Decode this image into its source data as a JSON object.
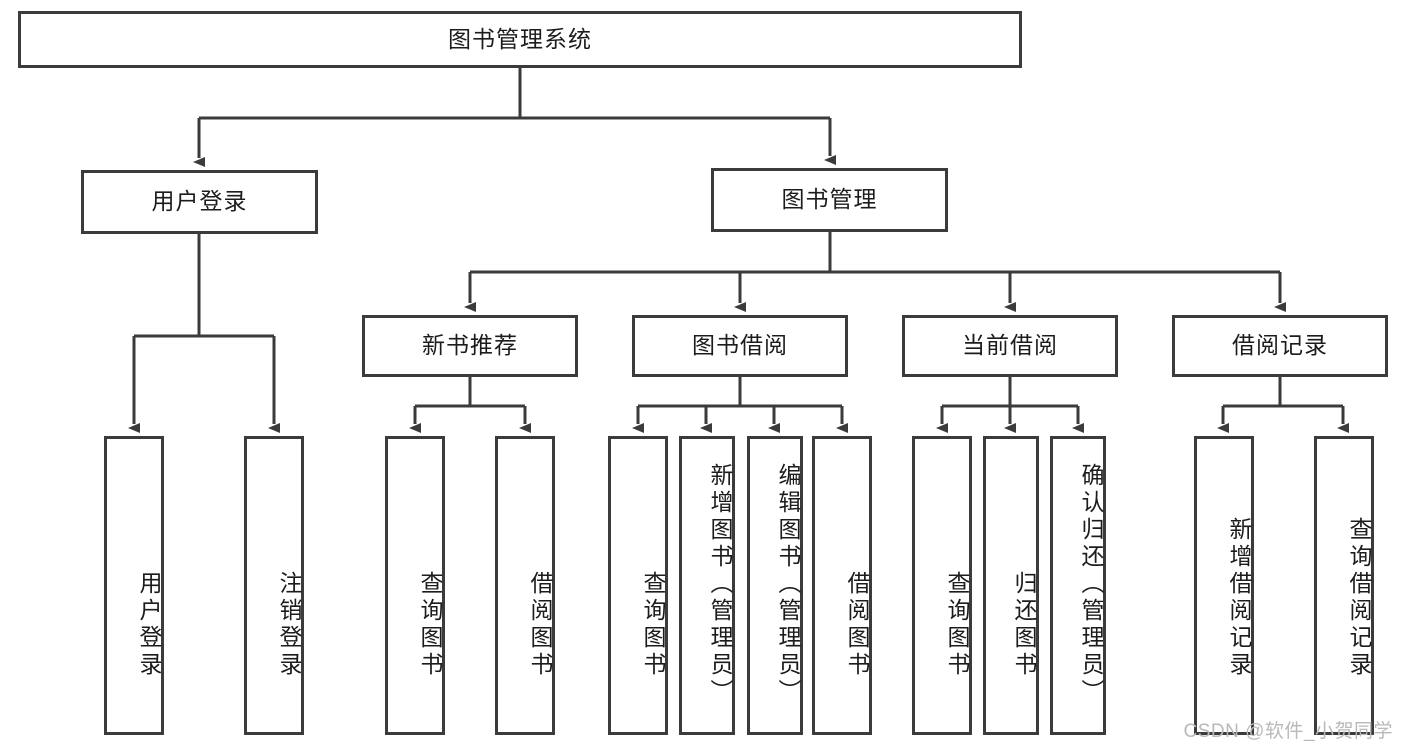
{
  "diagram": {
    "title": "图书管理系统",
    "type": "tree-hierarchy",
    "colors": {
      "box_border": "#3b3b3b",
      "box_fill": "#ffffff",
      "edge": "#3b3b3b",
      "text": "#1c1c1c",
      "watermark": "#b9b9b9",
      "background": "#ffffff"
    },
    "watermark": "CSDN @软件_小贺同学",
    "nodes": {
      "root": {
        "label": "图书管理系统"
      },
      "level1": [
        {
          "label": "用户登录"
        },
        {
          "label": "图书管理"
        }
      ],
      "level2": [
        {
          "label": "新书推荐"
        },
        {
          "label": "图书借阅"
        },
        {
          "label": "当前借阅"
        },
        {
          "label": "借阅记录"
        }
      ],
      "leaves_user_login": [
        {
          "label": "用户登录"
        },
        {
          "label": "注销登录"
        }
      ],
      "leaves_new_book": [
        {
          "label": "查询图书"
        },
        {
          "label": "借阅图书"
        }
      ],
      "leaves_borrow": [
        {
          "label": "查询图书"
        },
        {
          "label": "新增图书（管理员）"
        },
        {
          "label": "编辑图书（管理员）"
        },
        {
          "label": "借阅图书"
        }
      ],
      "leaves_current": [
        {
          "label": "查询图书"
        },
        {
          "label": "归还图书"
        },
        {
          "label": "确认归还（管理员）"
        }
      ],
      "leaves_record": [
        {
          "label": "新增借阅记录"
        },
        {
          "label": "查询借阅记录"
        }
      ]
    }
  }
}
